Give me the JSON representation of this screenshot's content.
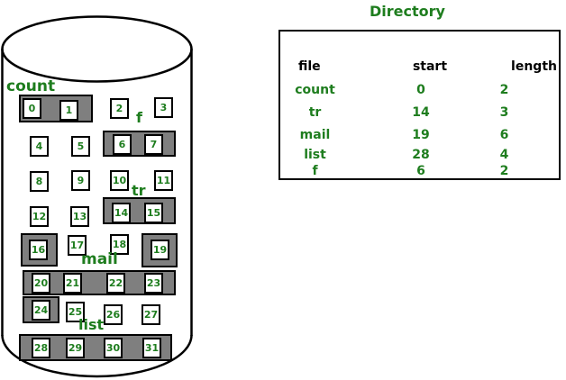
{
  "disk": {
    "blocks": [
      "0",
      "1",
      "2",
      "3",
      "4",
      "5",
      "6",
      "7",
      "8",
      "9",
      "10",
      "11",
      "12",
      "13",
      "14",
      "15",
      "16",
      "17",
      "18",
      "19",
      "20",
      "21",
      "22",
      "23",
      "24",
      "25",
      "26",
      "27",
      "28",
      "29",
      "30",
      "31"
    ],
    "file_labels": {
      "count": "count",
      "f": "f",
      "tr": "tr",
      "mail": "mail",
      "list": "list"
    }
  },
  "directory": {
    "title": "Directory",
    "headers": {
      "file": "file",
      "start": "start",
      "length": "length"
    },
    "rows": [
      {
        "file": "count",
        "start": "0",
        "length": "2"
      },
      {
        "file": "tr",
        "start": "14",
        "length": "3"
      },
      {
        "file": "mail",
        "start": "19",
        "length": "6"
      },
      {
        "file": "list",
        "start": "28",
        "length": "4"
      },
      {
        "file": "f",
        "start": "6",
        "length": "2"
      }
    ]
  },
  "colors": {
    "accent_green": "#1e7d1e",
    "allocation_gray": "#7f7f7f"
  }
}
